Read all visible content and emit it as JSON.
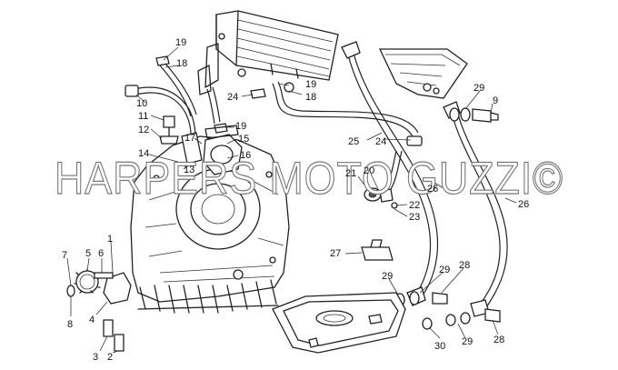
{
  "watermark": "HARPERS MOTO GUZZI©",
  "callouts": [
    {
      "id": "c19a",
      "text": "19"
    },
    {
      "id": "c18a",
      "text": "18"
    },
    {
      "id": "c10",
      "text": "10"
    },
    {
      "id": "c11",
      "text": "11"
    },
    {
      "id": "c12",
      "text": "12"
    },
    {
      "id": "c14",
      "text": "14"
    },
    {
      "id": "c17",
      "text": "17"
    },
    {
      "id": "c13",
      "text": "13"
    },
    {
      "id": "c16",
      "text": "16"
    },
    {
      "id": "c15",
      "text": "15"
    },
    {
      "id": "c19b",
      "text": "19"
    },
    {
      "id": "c19c",
      "text": "19"
    },
    {
      "id": "c24a",
      "text": "24"
    },
    {
      "id": "c18b",
      "text": "18"
    },
    {
      "id": "c25",
      "text": "25"
    },
    {
      "id": "c24b",
      "text": "24"
    },
    {
      "id": "c21",
      "text": "21"
    },
    {
      "id": "c20",
      "text": "20"
    },
    {
      "id": "c22",
      "text": "22"
    },
    {
      "id": "c23",
      "text": "23"
    },
    {
      "id": "c26a",
      "text": "26"
    },
    {
      "id": "c26b",
      "text": "26"
    },
    {
      "id": "c29a",
      "text": "29"
    },
    {
      "id": "c9",
      "text": "9"
    },
    {
      "id": "c27",
      "text": "27"
    },
    {
      "id": "c29b",
      "text": "29"
    },
    {
      "id": "c29c",
      "text": "29"
    },
    {
      "id": "c28a",
      "text": "28"
    },
    {
      "id": "c30",
      "text": "30"
    },
    {
      "id": "c29d",
      "text": "29"
    },
    {
      "id": "c28b",
      "text": "28"
    },
    {
      "id": "c7",
      "text": "7"
    },
    {
      "id": "c5",
      "text": "5"
    },
    {
      "id": "c6",
      "text": "6"
    },
    {
      "id": "c1",
      "text": "1"
    },
    {
      "id": "c8",
      "text": "8"
    },
    {
      "id": "c4",
      "text": "4"
    },
    {
      "id": "c3",
      "text": "3"
    },
    {
      "id": "c2",
      "text": "2"
    }
  ]
}
